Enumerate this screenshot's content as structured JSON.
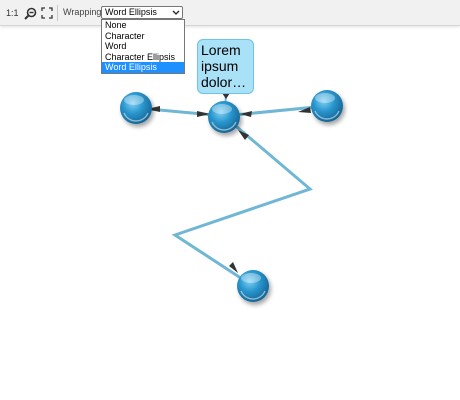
{
  "toolbar": {
    "zoom_reset_label": "1:1",
    "zoom_icon": "zoom-out-icon",
    "fit_icon": "fit-screen-icon",
    "wrapping_label": "Wrapping:",
    "wrapping_value": "Word Ellipsis"
  },
  "dropdown": {
    "options": [
      "None",
      "Character",
      "Word",
      "Character Ellipsis",
      "Word Ellipsis"
    ],
    "selected_index": 4
  },
  "graph": {
    "label": {
      "lines": [
        "Lorem",
        "ipsum",
        "dolor…"
      ]
    },
    "node_count": 4,
    "colors": {
      "edge": "#6fb7d4",
      "node": "#1f7fb5",
      "label_fill": "#a9e1f7"
    }
  }
}
